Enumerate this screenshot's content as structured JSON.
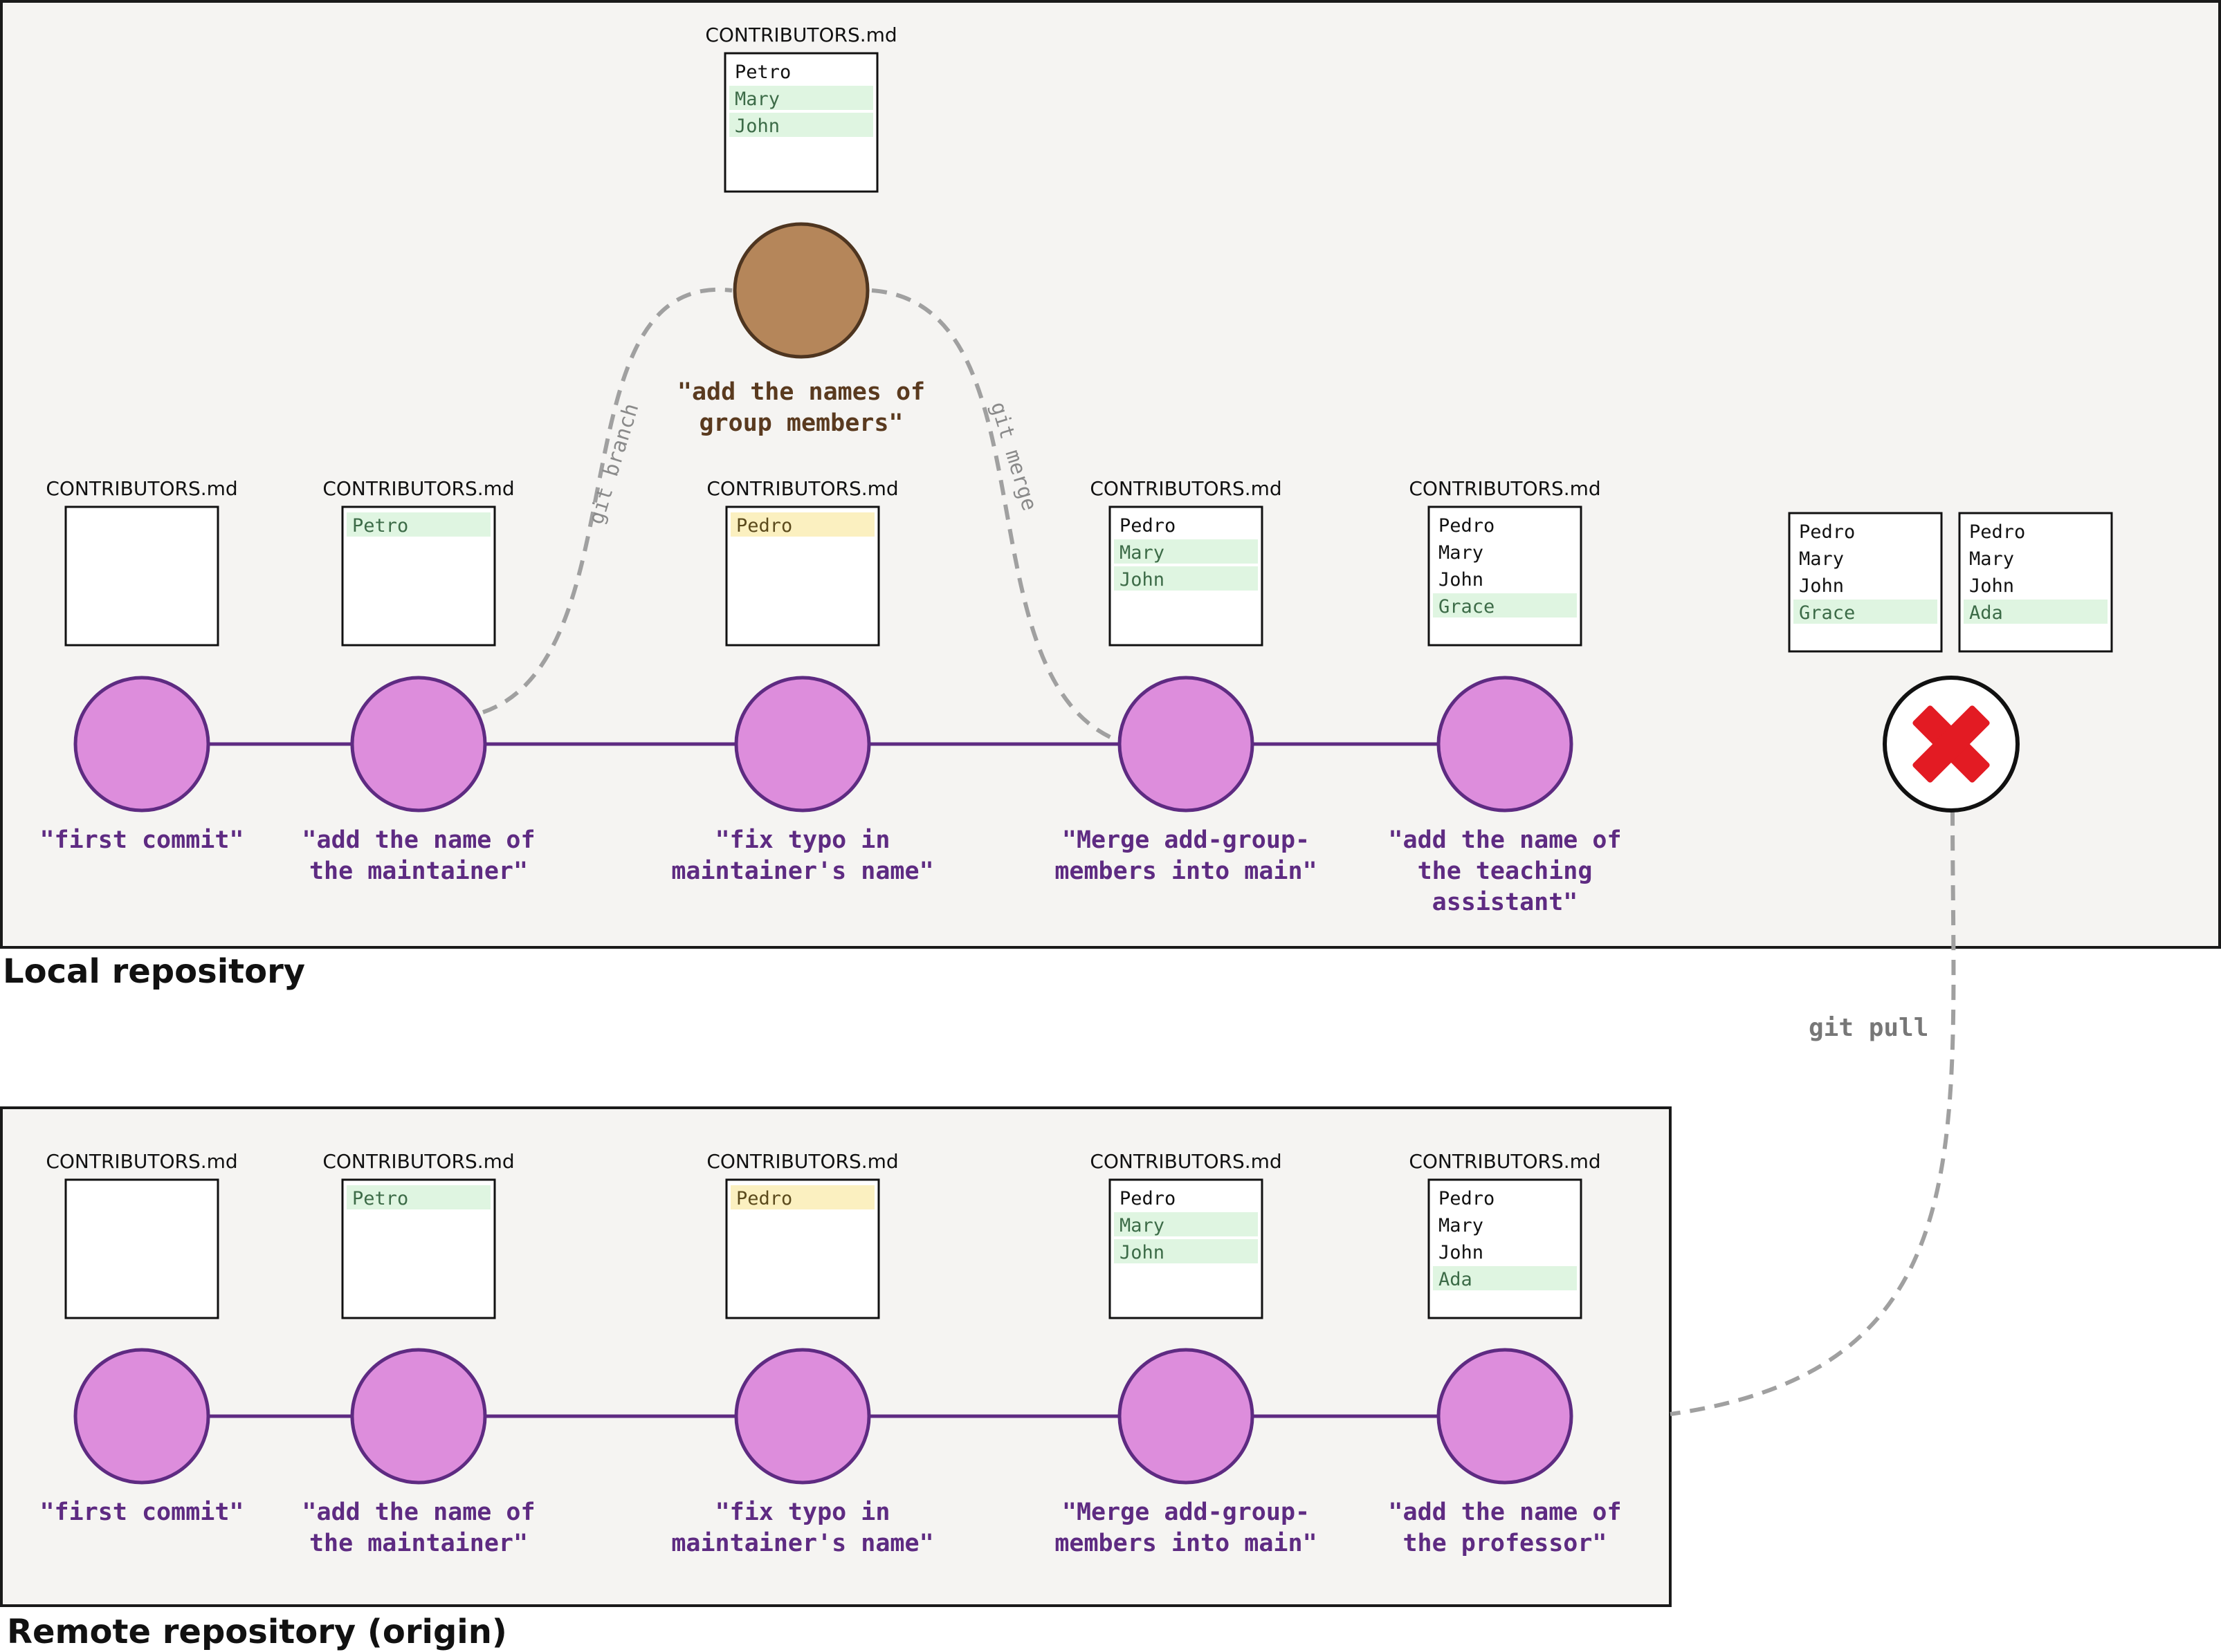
{
  "colors": {
    "panel_fill": "#f5f4f2",
    "panel_stroke": "#1a1a1a",
    "commit_fill": "#dd8ddc",
    "commit_stroke": "#5e2b82",
    "commit_text": "#5e2b82",
    "branch_fill": "#b5865a",
    "branch_stroke": "#4e3520",
    "branch_text": "#5a3a1f",
    "line_added_bg": "#dff5e1",
    "line_changed_bg": "#fbf0c0",
    "dashed": "#a0a0a0",
    "error_red": "#e31b23"
  },
  "local": {
    "label": "Local repository",
    "commits": [
      {
        "message_lines": [
          "\"first commit\""
        ],
        "file": {
          "name": "CONTRIBUTORS.md",
          "lines": []
        }
      },
      {
        "message_lines": [
          "\"add the name of",
          "the maintainer\""
        ],
        "file": {
          "name": "CONTRIBUTORS.md",
          "lines": [
            {
              "text": "Petro",
              "hl": "added"
            }
          ]
        }
      },
      {
        "message_lines": [
          "\"fix typo in",
          "maintainer's name\""
        ],
        "file": {
          "name": "CONTRIBUTORS.md",
          "lines": [
            {
              "text": "Pedro",
              "hl": "changed"
            }
          ]
        }
      },
      {
        "message_lines": [
          "\"Merge add-group-",
          "members into main\""
        ],
        "file": {
          "name": "CONTRIBUTORS.md",
          "lines": [
            {
              "text": "Pedro",
              "hl": ""
            },
            {
              "text": "Mary",
              "hl": "added"
            },
            {
              "text": "John",
              "hl": "added"
            }
          ]
        }
      },
      {
        "message_lines": [
          "\"add the name of",
          "the teaching",
          "assistant\""
        ],
        "file": {
          "name": "CONTRIBUTORS.md",
          "lines": [
            {
              "text": "Pedro",
              "hl": ""
            },
            {
              "text": "Mary",
              "hl": ""
            },
            {
              "text": "John",
              "hl": ""
            },
            {
              "text": "Grace",
              "hl": "added"
            }
          ]
        }
      }
    ],
    "branch_commit": {
      "message_lines": [
        "\"add the names of",
        "group members\""
      ],
      "file": {
        "name": "CONTRIBUTORS.md",
        "lines": [
          {
            "text": "Petro",
            "hl": ""
          },
          {
            "text": "Mary",
            "hl": "added"
          },
          {
            "text": "John",
            "hl": "added"
          }
        ]
      }
    },
    "conflict_files": [
      {
        "lines": [
          {
            "text": "Pedro",
            "hl": ""
          },
          {
            "text": "Mary",
            "hl": ""
          },
          {
            "text": "John",
            "hl": ""
          },
          {
            "text": "Grace",
            "hl": "added"
          }
        ]
      },
      {
        "lines": [
          {
            "text": "Pedro",
            "hl": ""
          },
          {
            "text": "Mary",
            "hl": ""
          },
          {
            "text": "John",
            "hl": ""
          },
          {
            "text": "Ada",
            "hl": "added"
          }
        ]
      }
    ],
    "git_branch_label": "git branch",
    "git_merge_label": "git merge",
    "conflict_icon": "red-x-icon"
  },
  "remote": {
    "label": "Remote repository (origin)",
    "commits": [
      {
        "message_lines": [
          "\"first commit\""
        ],
        "file": {
          "name": "CONTRIBUTORS.md",
          "lines": []
        }
      },
      {
        "message_lines": [
          "\"add the name of",
          "the maintainer\""
        ],
        "file": {
          "name": "CONTRIBUTORS.md",
          "lines": [
            {
              "text": "Petro",
              "hl": "added"
            }
          ]
        }
      },
      {
        "message_lines": [
          "\"fix typo in",
          "maintainer's name\""
        ],
        "file": {
          "name": "CONTRIBUTORS.md",
          "lines": [
            {
              "text": "Pedro",
              "hl": "changed"
            }
          ]
        }
      },
      {
        "message_lines": [
          "\"Merge add-group-",
          "members into main\""
        ],
        "file": {
          "name": "CONTRIBUTORS.md",
          "lines": [
            {
              "text": "Pedro",
              "hl": ""
            },
            {
              "text": "Mary",
              "hl": "added"
            },
            {
              "text": "John",
              "hl": "added"
            }
          ]
        }
      },
      {
        "message_lines": [
          "\"add the name of",
          "the professor\""
        ],
        "file": {
          "name": "CONTRIBUTORS.md",
          "lines": [
            {
              "text": "Pedro",
              "hl": ""
            },
            {
              "text": "Mary",
              "hl": ""
            },
            {
              "text": "John",
              "hl": ""
            },
            {
              "text": "Ada",
              "hl": "added"
            }
          ]
        }
      }
    ]
  },
  "git_pull_label": "git pull"
}
